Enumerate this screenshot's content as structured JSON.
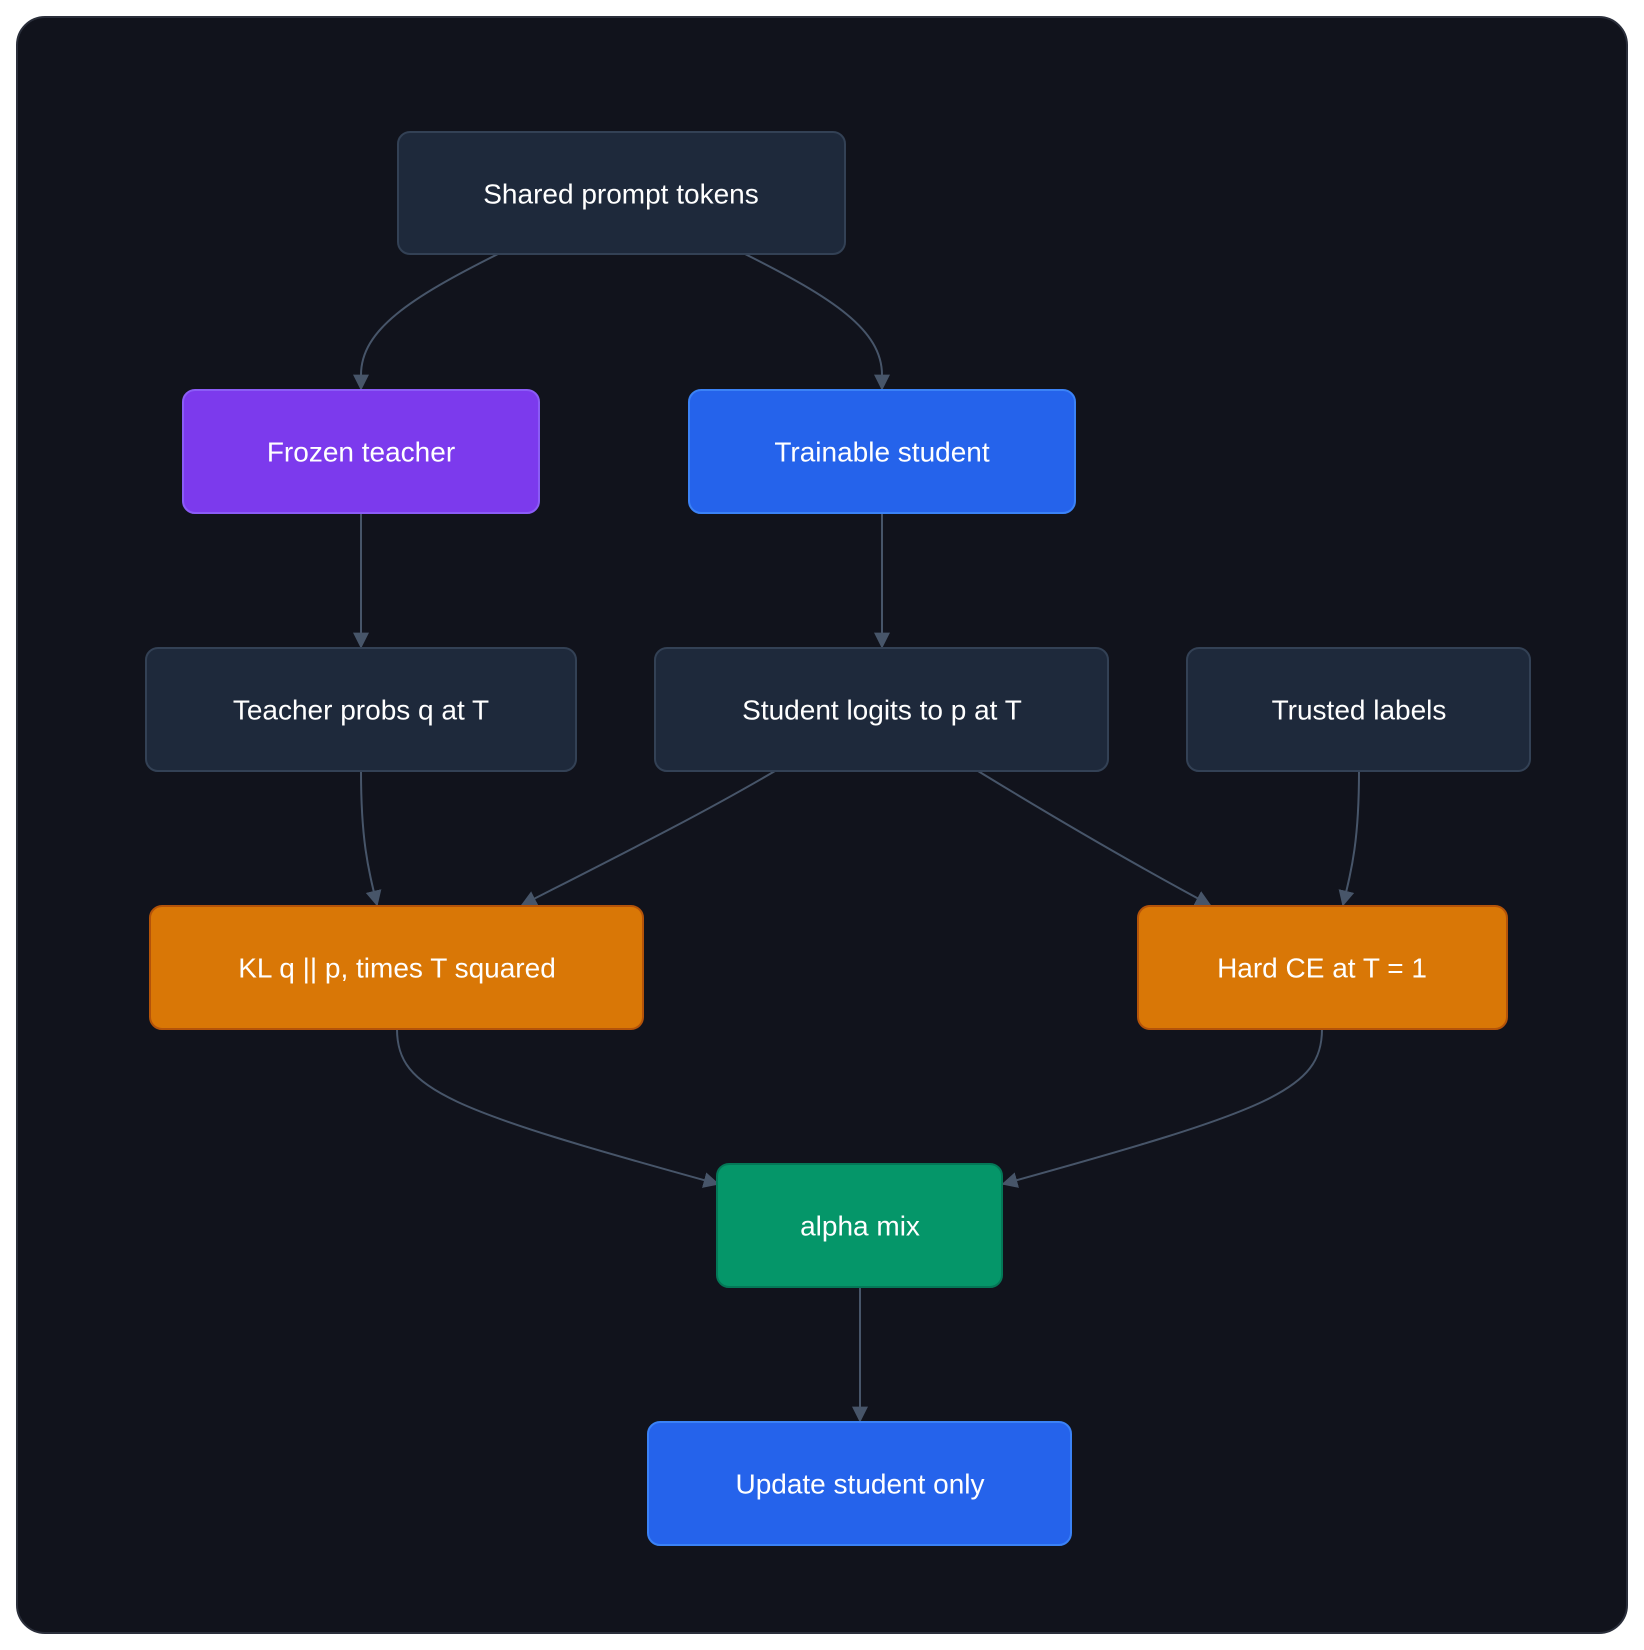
{
  "colors": {
    "canvas_bg": "#11131c",
    "frame_border": "#2a2e3a",
    "edge": "#475569",
    "neutral_fill": "#1e293b",
    "neutral_stroke": "#334155",
    "teacher_fill": "#7c3aed",
    "teacher_stroke": "#8b5cf6",
    "student_fill": "#2563eb",
    "student_stroke": "#3b82f6",
    "loss_fill": "#d97706",
    "loss_stroke": "#b45309",
    "mix_fill": "#059669",
    "mix_stroke": "#047857"
  },
  "nodes": {
    "shared_prompt": {
      "label": "Shared prompt tokens",
      "kind": "neutral"
    },
    "frozen_teacher": {
      "label": "Frozen teacher",
      "kind": "teacher"
    },
    "trainable_student": {
      "label": "Trainable student",
      "kind": "student"
    },
    "teacher_probs": {
      "label": "Teacher probs q at T",
      "kind": "neutral"
    },
    "student_logits": {
      "label": "Student logits to p at T",
      "kind": "neutral"
    },
    "trusted_labels": {
      "label": "Trusted labels",
      "kind": "neutral"
    },
    "kl_loss": {
      "label": "KL q || p, times T squared",
      "kind": "loss"
    },
    "hard_ce": {
      "label": "Hard CE at T = 1",
      "kind": "loss"
    },
    "alpha_mix": {
      "label": "alpha mix",
      "kind": "mix"
    },
    "update_student": {
      "label": "Update student only",
      "kind": "student"
    }
  },
  "edges": [
    {
      "from": "shared_prompt",
      "to": "frozen_teacher"
    },
    {
      "from": "shared_prompt",
      "to": "trainable_student"
    },
    {
      "from": "frozen_teacher",
      "to": "teacher_probs"
    },
    {
      "from": "trainable_student",
      "to": "student_logits"
    },
    {
      "from": "teacher_probs",
      "to": "kl_loss"
    },
    {
      "from": "student_logits",
      "to": "kl_loss"
    },
    {
      "from": "student_logits",
      "to": "hard_ce"
    },
    {
      "from": "trusted_labels",
      "to": "hard_ce"
    },
    {
      "from": "kl_loss",
      "to": "alpha_mix"
    },
    {
      "from": "hard_ce",
      "to": "alpha_mix"
    },
    {
      "from": "alpha_mix",
      "to": "update_student"
    }
  ]
}
